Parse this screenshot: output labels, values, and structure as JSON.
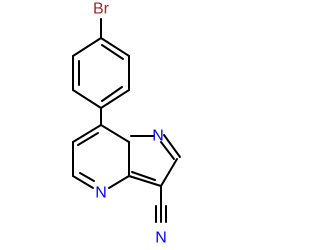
{
  "molecule": {
    "atoms": {
      "bromine": {
        "label": "Br",
        "color": "#a52a2a"
      },
      "pyrazole_n1": {
        "label": "N",
        "color": "#0000ff"
      },
      "pyrimidine_n": {
        "label": "N",
        "color": "#0000ff"
      },
      "nitrile_n": {
        "label": "N",
        "color": "#0000ff"
      }
    },
    "bond_color": "#000000"
  }
}
